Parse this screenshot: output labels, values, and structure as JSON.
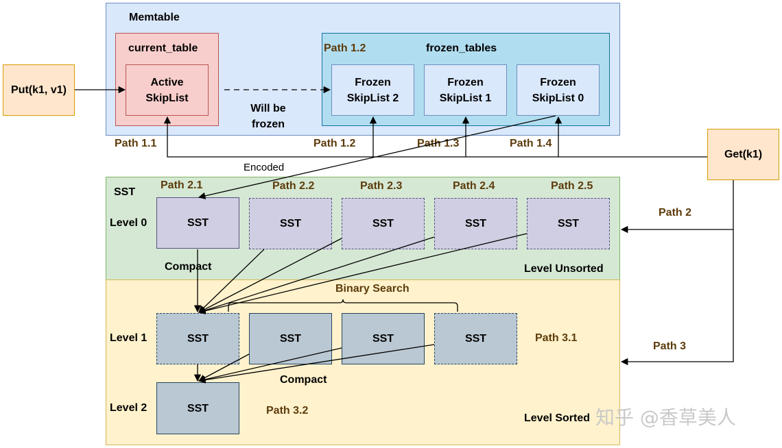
{
  "memtable": {
    "title": "Memtable",
    "current_table": {
      "label": "current_table",
      "active": "Active\nSkipList"
    },
    "frozen_tables": {
      "label": "frozen_tables",
      "path": "Path 1.2",
      "items": [
        "Frozen\nSkipList 2",
        "Frozen\nSkipList 1",
        "Frozen\nSkipList 0"
      ]
    },
    "will_be_frozen": "Will be\nfrozen"
  },
  "put": "Put(k1, v1)",
  "get": "Get(k1)",
  "paths_top": [
    "Path 1.1",
    "Path 1.2",
    "Path 1.3",
    "Path 1.4"
  ],
  "encoded": "Encoded",
  "sst": {
    "title": "SST",
    "level0": {
      "label": "Level 0",
      "boxes": [
        "SST",
        "SST",
        "SST",
        "SST",
        "SST"
      ],
      "paths": [
        "Path 2.1",
        "Path 2.2",
        "Path 2.3",
        "Path 2.4",
        "Path 2.5"
      ],
      "compact": "Compact",
      "unsorted": "Level Unsorted"
    },
    "level1": {
      "label": "Level 1",
      "boxes": [
        "SST",
        "SST",
        "SST",
        "SST"
      ],
      "binary_search": "Binary Search",
      "path": "Path 3.1",
      "compact": "Compact"
    },
    "level2": {
      "label": "Level 2",
      "box": "SST",
      "path": "Path 3.2",
      "sorted": "Level Sorted"
    }
  },
  "path2": "Path 2",
  "path3": "Path 3",
  "watermark": "知乎 @香草美人",
  "colors": {
    "memtable_bg": "#dae8fc",
    "memtable_border": "#6c8ebf",
    "current_bg": "#f8cecc",
    "current_border": "#b85450",
    "frozen_bg": "#b1ddf0",
    "frozen_border": "#10739e",
    "unsorted_bg": "#d5e8d4",
    "unsorted_border": "#82b366",
    "sorted_bg": "#fff2cc",
    "sorted_border": "#d6b656",
    "l0_box": "#d0cee2",
    "l1_box": "#bac8d3",
    "io_bg": "#ffe6cc",
    "io_border": "#d79b00",
    "path_text": "#5c3b0b"
  }
}
